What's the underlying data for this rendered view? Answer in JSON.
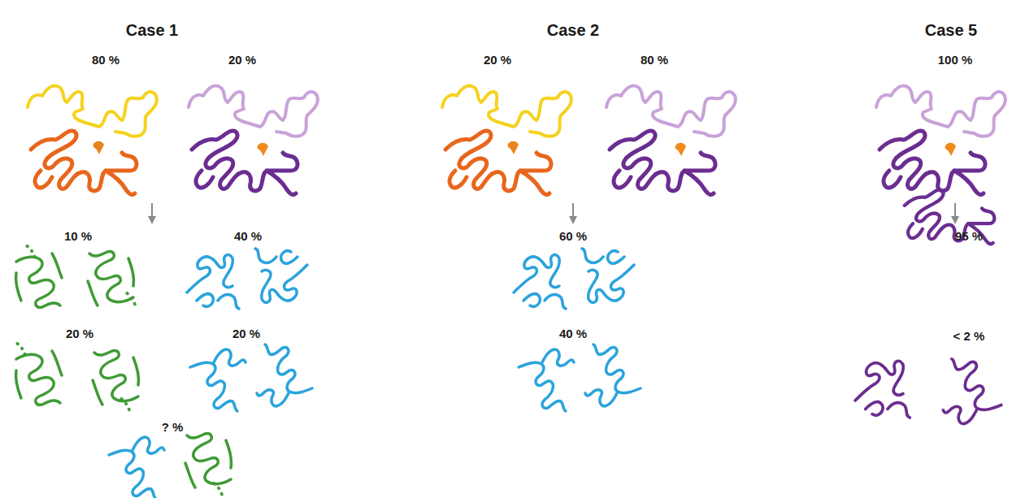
{
  "diagram": {
    "labels": [
      "Case 1",
      "Case 2",
      "Case 5",
      "80 %",
      "20 %",
      "20 %",
      "80 %",
      "100 %",
      "10 %",
      "40 %",
      "60 %",
      "95 %",
      "20 %",
      "20 %",
      "40 %",
      "< 2 %",
      "? %"
    ]
  }
}
